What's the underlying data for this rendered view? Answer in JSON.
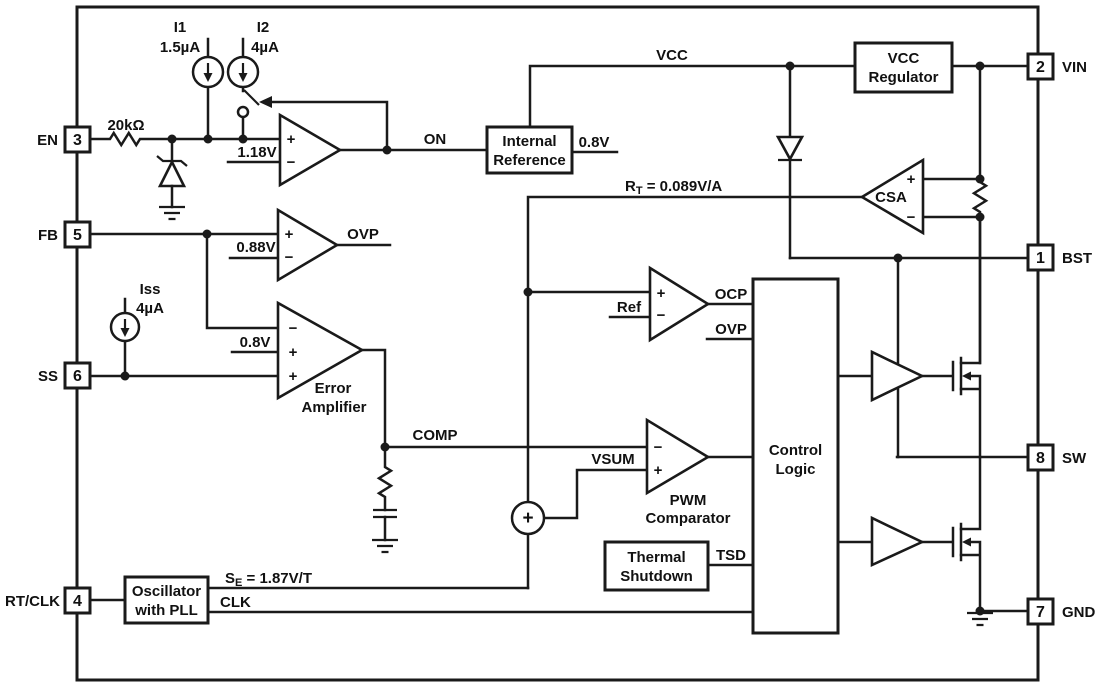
{
  "pins": {
    "en": {
      "num": "3",
      "label": "EN"
    },
    "fb": {
      "num": "5",
      "label": "FB"
    },
    "ss": {
      "num": "6",
      "label": "SS"
    },
    "rtclk": {
      "num": "4",
      "label": "RT/CLK"
    },
    "vin": {
      "num": "2",
      "label": "VIN"
    },
    "bst": {
      "num": "1",
      "label": "BST"
    },
    "sw": {
      "num": "8",
      "label": "SW"
    },
    "gnd": {
      "num": "7",
      "label": "GND"
    }
  },
  "blocks": {
    "internal_reference": {
      "line1": "Internal",
      "line2": "Reference"
    },
    "vcc_regulator": {
      "line1": "VCC",
      "line2": "Regulator"
    },
    "control_logic": {
      "line1": "Control",
      "line2": "Logic"
    },
    "thermal_shutdown": {
      "line1": "Thermal",
      "line2": "Shutdown"
    },
    "oscillator": {
      "line1": "Oscillator",
      "line2": "with PLL"
    }
  },
  "amplifiers": {
    "csa": "CSA",
    "error_amp": {
      "line1": "Error",
      "line2": "Amplifier"
    },
    "pwm_comp": {
      "line1": "PWM",
      "line2": "Comparator"
    }
  },
  "current_sources": {
    "i1": {
      "name": "I1",
      "value": "1.5µA"
    },
    "i2": {
      "name": "I2",
      "value": "4µA"
    },
    "iss": {
      "name": "Iss",
      "value": "4µA"
    }
  },
  "references": {
    "en_threshold": "1.18V",
    "ovp_threshold": "0.88V",
    "ea_reference": "0.8V",
    "internal_ref_out": "0.8V",
    "ocp_reference": "Ref"
  },
  "signals": {
    "on": "ON",
    "vcc": "VCC",
    "comp": "COMP",
    "vsum": "VSUM",
    "ocp": "OCP",
    "ovp_out": "OVP",
    "ovp_logic": "OVP",
    "tsd": "TSD",
    "clk": "CLK"
  },
  "formulas": {
    "rt": {
      "base": "R",
      "sub": "T",
      "rest": " = 0.089V/A"
    },
    "se": {
      "base": "S",
      "sub": "E",
      "rest": " = 1.87V/T"
    }
  },
  "components": {
    "en_resistor": "20kΩ"
  },
  "signs": {
    "plus": "+",
    "minus": "−",
    "sum": "+"
  }
}
